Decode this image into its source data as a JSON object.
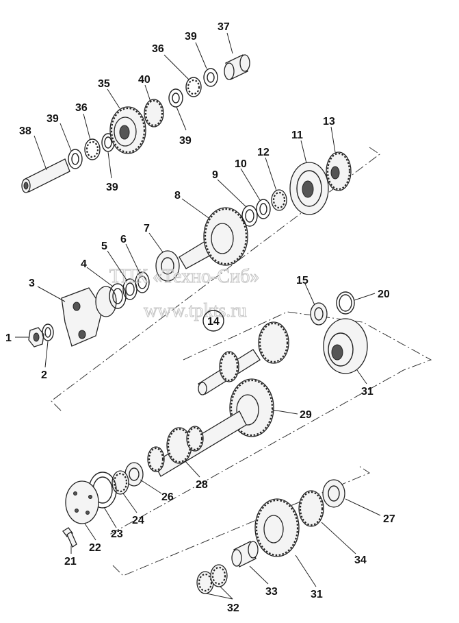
{
  "watermark": {
    "line1": "ТПК «Техно-Сиб»",
    "line2": "www.tpkts.ru"
  },
  "callouts": [
    "1",
    "2",
    "3",
    "4",
    "5",
    "6",
    "7",
    "8",
    "9",
    "10",
    "11",
    "12",
    "13",
    "14",
    "15",
    "20",
    "21",
    "22",
    "23",
    "24",
    "26",
    "26",
    "27",
    "28",
    "29",
    "31",
    "32",
    "33",
    "34",
    "35",
    "36",
    "36",
    "37",
    "38",
    "39",
    "39",
    "39",
    "39",
    "40"
  ],
  "colors": {
    "ink": "#222222",
    "watermark": "#c8c8c8",
    "background": "#ffffff"
  }
}
